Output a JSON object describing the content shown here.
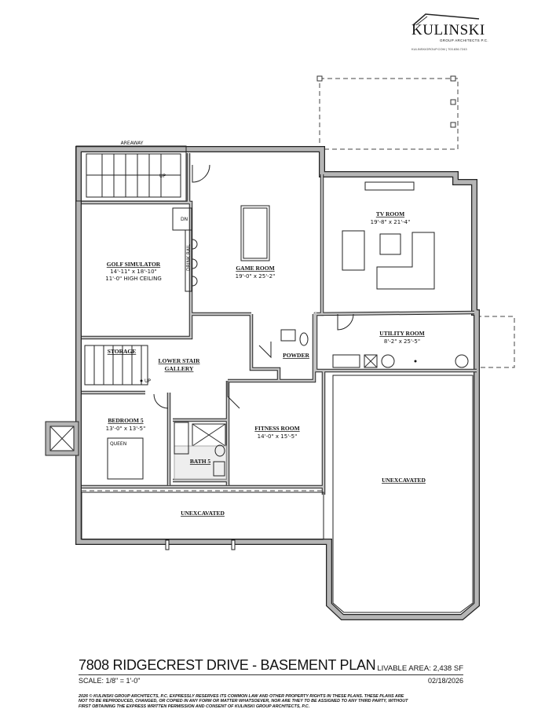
{
  "logo": {
    "name": "KULINSKI",
    "subtitle": "GROUP ARCHITECTS P.C.",
    "contact": "KULINSKIGROUP.COM | 703.836.7243"
  },
  "plan": {
    "areaway": "AREAWAY",
    "rooms": {
      "golf": {
        "name": "GOLF SIMULATOR",
        "dims": "14'-11\" x 18'-10\"",
        "note": "11'-0\" HIGH CEILING"
      },
      "game": {
        "name": "GAME ROOM",
        "dims": "19'-0\" x 25'-2\""
      },
      "tv": {
        "name": "TV ROOM",
        "dims": "19'-8\" x 21'-4\""
      },
      "utility": {
        "name": "UTILITY ROOM",
        "dims": "8'-2\" x 25'-5\""
      },
      "storage": {
        "name": "STORAGE"
      },
      "gallery": {
        "name": "LOWER STAIR",
        "name2": "GALLERY"
      },
      "powder": {
        "name": "POWDER"
      },
      "bedroom": {
        "name": "BEDROOM 5",
        "dims": "13'-0\" x 13'-5\""
      },
      "bath": {
        "name": "BATH 5"
      },
      "fitness": {
        "name": "FITNESS ROOM",
        "dims": "14'-0\" x 15'-5\""
      },
      "unexc_right": {
        "name": "UNEXCAVATED"
      },
      "unexc_bottom": {
        "name": "UNEXCAVATED"
      }
    },
    "labels": {
      "drink_rail": "DRINK RAIL",
      "dn": "DN",
      "up1": "UP",
      "up2": "UP",
      "queen": "QUEEN"
    }
  },
  "footer": {
    "title": "7808 RIDGECREST DRIVE - BASEMENT PLAN",
    "livable_area": "LIVABLE AREA: 2,438 SF",
    "scale": "SCALE: 1/8\" = 1'-0\"",
    "date": "02/18/2026",
    "legal": "2026 © KULINSKI GROUP ARCHITECTS, P.C. EXPRESSLY RESERVES ITS COMMON LAW AND OTHER PROPERTY RIGHTS IN THESE PLANS. THESE PLANS ARE NOT TO BE REPRODUCED, CHANGED, OR COPIED IN ANY FORM OR MATTER WHATSOEVER, NOR ARE THEY TO BE ASSIGNED TO ANY THIRD PARTY, WITHOUT FIRST OBTAINING THE EXPRESS WRITTEN PERMISSION AND CONSENT OF KULINSKI GROUP ARCHITECTS, P.C."
  }
}
